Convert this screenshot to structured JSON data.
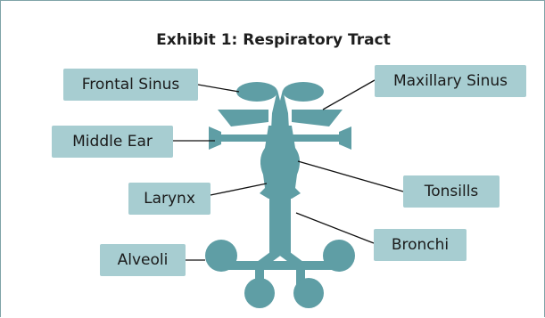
{
  "title": "Exhibit 1: Respiratory Tract",
  "labels": {
    "frontal_sinus": "Frontal Sinus",
    "maxillary_sinus": "Maxillary Sinus",
    "middle_ear": "Middle Ear",
    "tonsills": "Tonsills",
    "larynx": "Larynx",
    "bronchi": "Bronchi",
    "alveoli": "Alveoli"
  },
  "colors": {
    "organ": "#5f9ea5",
    "label_bg": "#a7cdd1",
    "frame_border": "#7fa3a8",
    "leader_line": "#111111"
  }
}
